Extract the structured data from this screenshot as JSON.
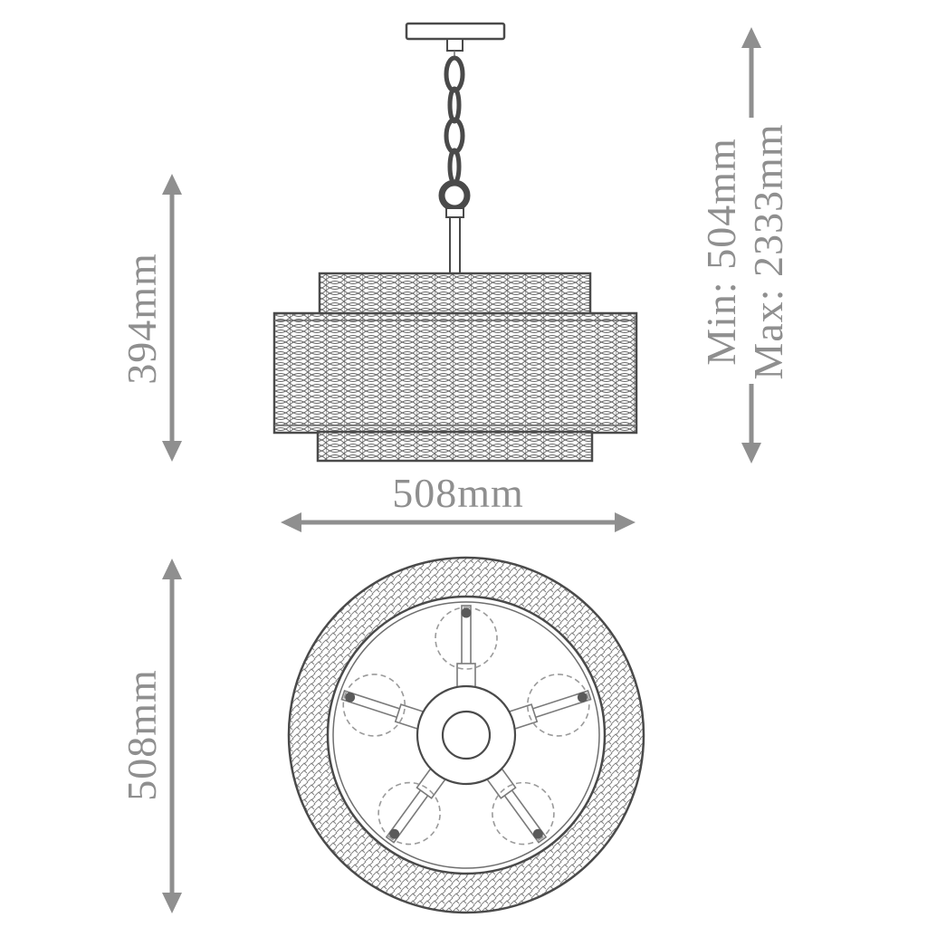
{
  "diagram": {
    "kind": "pendant-light-dimension-drawing",
    "views": {
      "side_view": "pendant with ceiling plate, chain, stem and double woven drum shade",
      "bottom_view": "circular shade ring with five bulbs on radial arms"
    }
  },
  "dimensions": {
    "shade_height": "394mm",
    "shade_width": "508mm",
    "hanging_min": "Min: 504mm",
    "hanging_max": "Max: 2333mm",
    "bottom_diameter": "508mm"
  },
  "colors": {
    "background": "#ffffff",
    "drawing_line": "#4a4a4a",
    "weave_texture": "#6b6b6b",
    "dimension_grey": "#8f8f8f"
  }
}
